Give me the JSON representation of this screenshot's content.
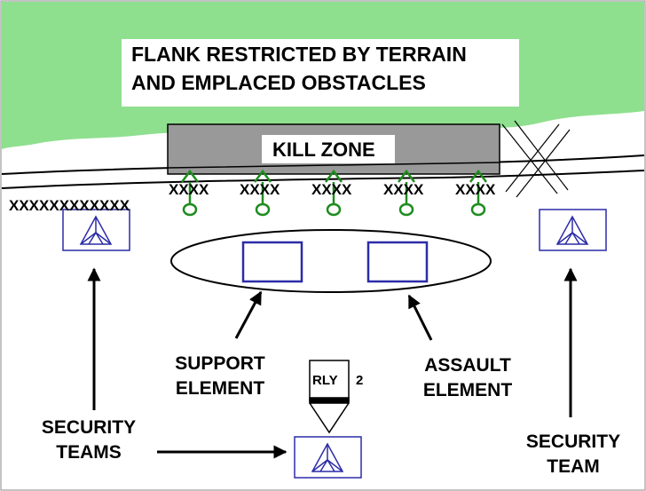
{
  "diagram": {
    "title_line1": "FLANK RESTRICTED BY TERRAIN",
    "title_line2": "AND EMPLACED OBSTACLES",
    "kill_zone": "KILL ZONE",
    "wire_left": "XXXXXXXXXXXX",
    "wire_groups": [
      "XXXX",
      "XXXX",
      "XXXX",
      "XXXX",
      "XXXX"
    ],
    "support_line1": "SUPPORT",
    "support_line2": "ELEMENT",
    "assault_line1": "ASSAULT",
    "assault_line2": "ELEMENT",
    "rly_label": "RLY",
    "rly_number": "2",
    "security_teams_line1": "SECURITY",
    "security_teams_line2": "TEAMS",
    "security_team_line1": "SECURITY",
    "security_team_line2": "TEAM",
    "colors": {
      "terrain": "#8ee08e",
      "kill_zone_fill": "#999999",
      "unit_symbol": "#2c2ca8",
      "mine_symbol": "#1e8c1e",
      "line": "#000000"
    },
    "icons": [
      "security-triangle-icon",
      "claymore-mine-icon",
      "arrow-icon",
      "obstacle-wire-icon"
    ]
  }
}
